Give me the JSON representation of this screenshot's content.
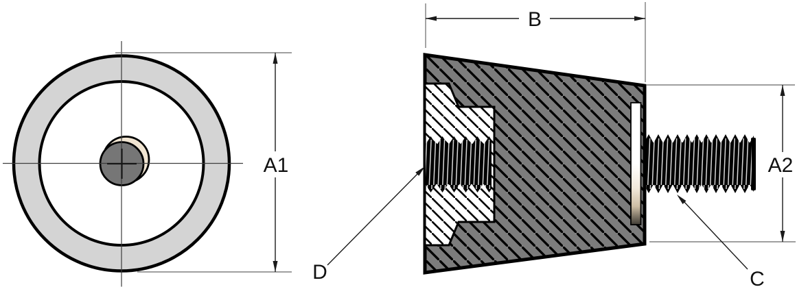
{
  "drawing": {
    "labels": {
      "a1": "A1",
      "b": "B",
      "a2": "A2",
      "c": "C",
      "d": "D"
    },
    "colors": {
      "background": "#ffffff",
      "outline": "#000000",
      "body_gray": "#7c7c7c",
      "ring_gray": "#d4d4d4",
      "hub_gray": "#767676",
      "beige": "#f1e5d2",
      "ext_line": "#666666",
      "dim_line": "#1a1a1a"
    }
  }
}
